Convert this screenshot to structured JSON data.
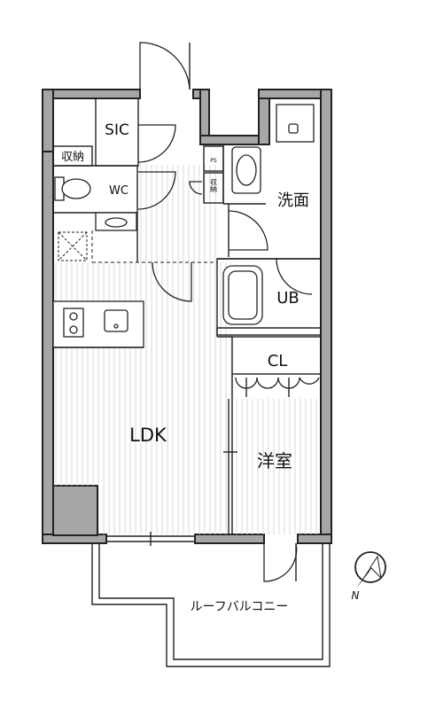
{
  "rooms": {
    "sic": "SIC",
    "storage_left": "収納",
    "wc": "WC",
    "ps": "PS",
    "storage_small": "収納",
    "washroom": "洗面",
    "ub": "UB",
    "cl": "CL",
    "ldk": "LDK",
    "western_room": "洋室",
    "roof_balcony": "ルーフバルコニー"
  },
  "compass": {
    "north_label": "N"
  },
  "colors": {
    "wall": "#a6a6a6",
    "line": "#222222",
    "hatch": "#d9d9d9"
  }
}
